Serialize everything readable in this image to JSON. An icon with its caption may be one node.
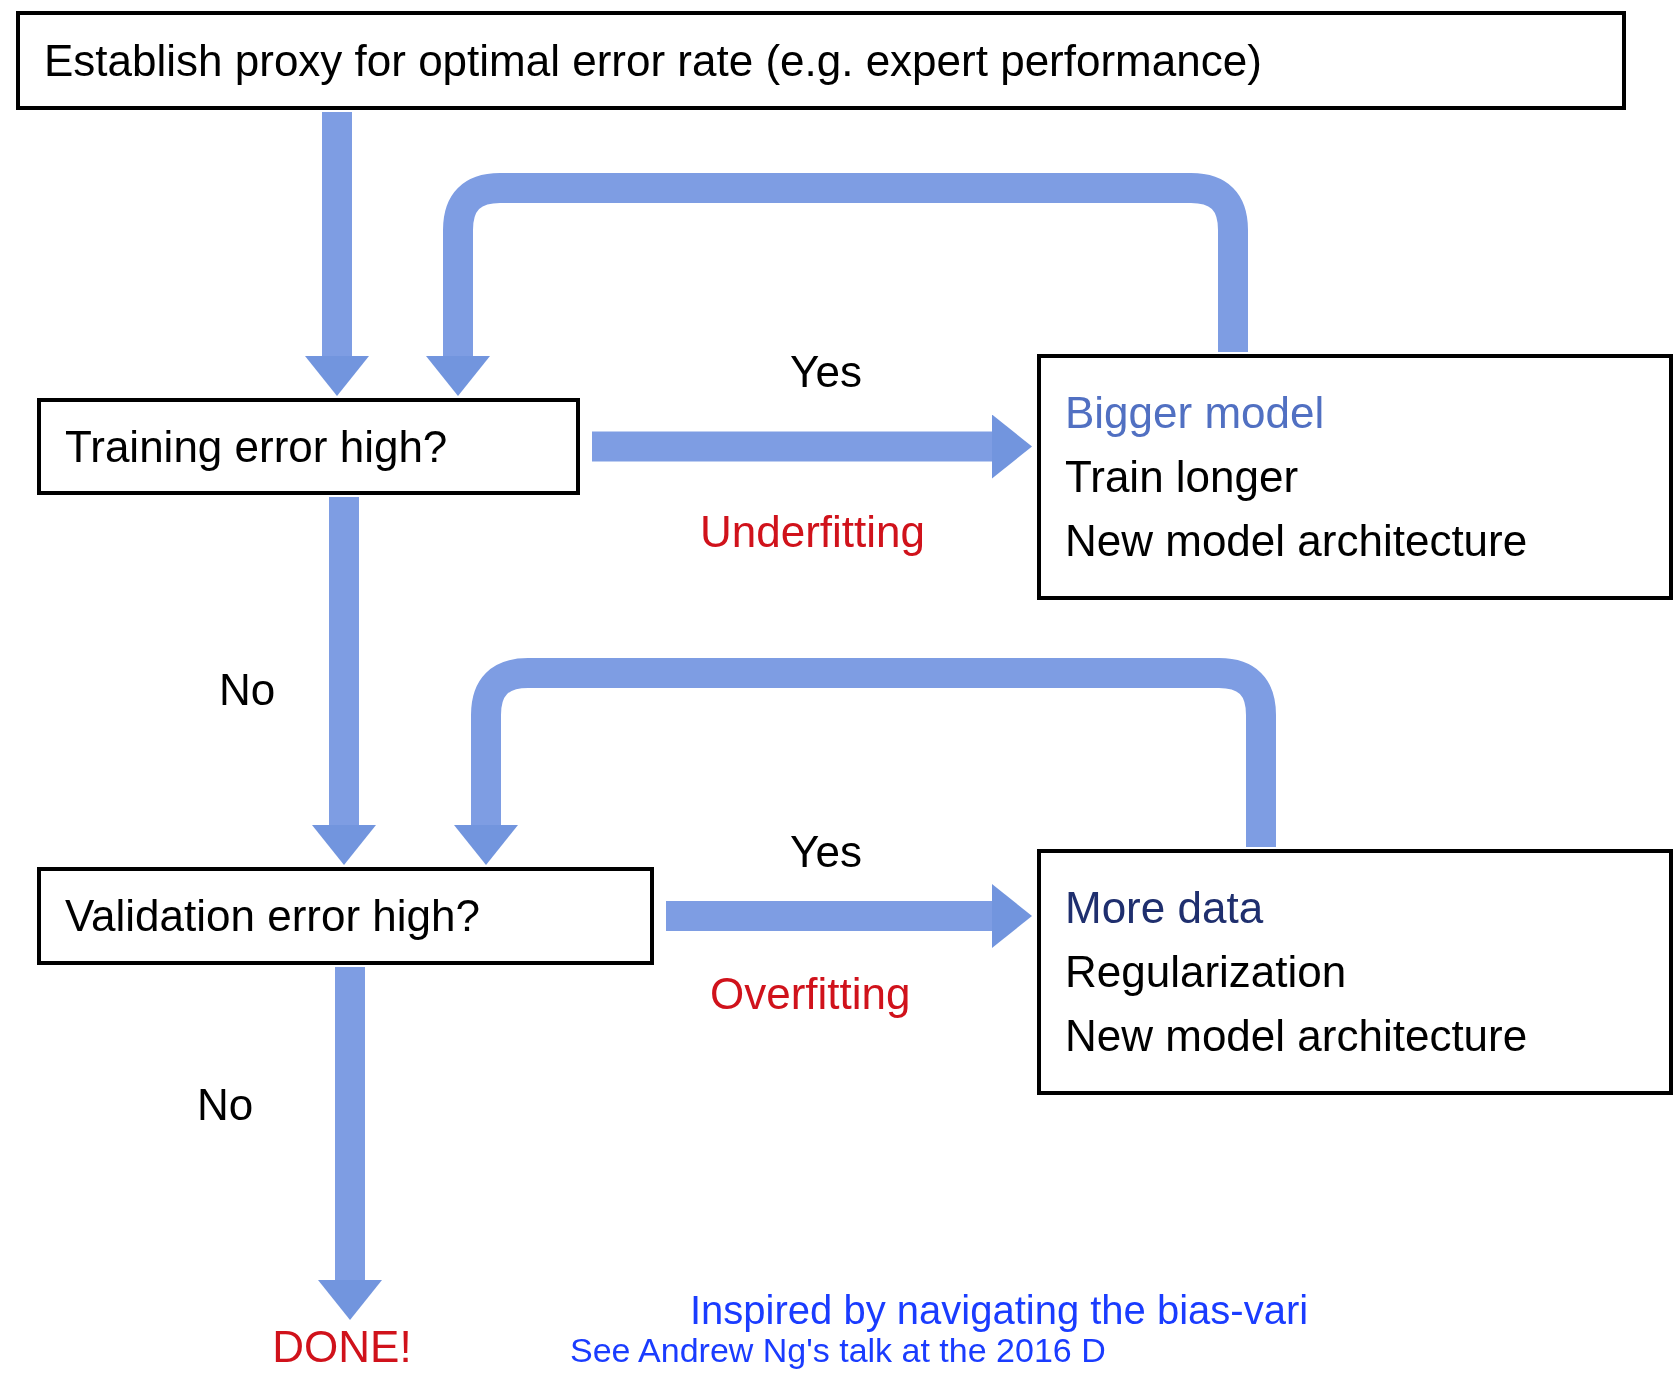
{
  "diagram": {
    "nodes": [
      {
        "text": [
          "Establish proxy for optimal error rate (e.g. expert performance)"
        ]
      },
      {
        "text": [
          "Training error high?"
        ]
      },
      {
        "text": [
          "Bigger model",
          "Train longer",
          "New model architecture"
        ]
      },
      {
        "text": [
          "Validation error high?"
        ]
      },
      {
        "text": [
          "More data",
          "Regularization",
          "New model architecture"
        ]
      },
      {
        "text": [
          "DONE!"
        ]
      }
    ],
    "edges": [
      {
        "from": 0,
        "to": 1,
        "arrow": "to"
      },
      {
        "from": 1,
        "to": 2,
        "arrow": "to",
        "label": "Yes"
      },
      {
        "from": 2,
        "to": 1,
        "arrow": "to"
      },
      {
        "from": 1,
        "to": 3,
        "arrow": "to",
        "label": "No"
      },
      {
        "from": 3,
        "to": 4,
        "arrow": "to",
        "label": "Yes"
      },
      {
        "from": 4,
        "to": 3,
        "arrow": "to"
      },
      {
        "from": 3,
        "to": 5,
        "arrow": "to",
        "label": "No"
      }
    ],
    "labels": [
      "Underfitting",
      "Overfitting",
      "Inspired by navigating the bias-vari",
      "See Andrew Ng's talk at the 2016 D"
    ]
  }
}
